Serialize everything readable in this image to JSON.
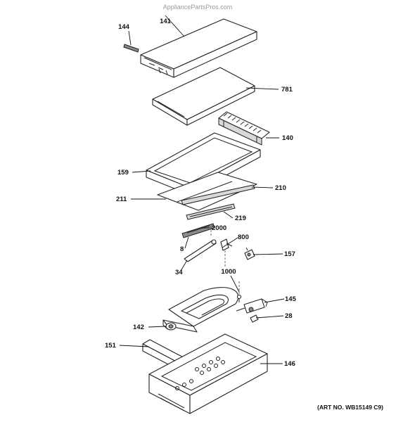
{
  "watermark": "AppliancePartsPros.com",
  "art_number": "(ART NO. WB15149 C9)",
  "callouts": [
    {
      "id": "141",
      "label": "141"
    },
    {
      "id": "144",
      "label": "144"
    },
    {
      "id": "781",
      "label": "781"
    },
    {
      "id": "140",
      "label": "140"
    },
    {
      "id": "159",
      "label": "159"
    },
    {
      "id": "211",
      "label": "211"
    },
    {
      "id": "210",
      "label": "210"
    },
    {
      "id": "219",
      "label": "219"
    },
    {
      "id": "2000",
      "label": "2000"
    },
    {
      "id": "800",
      "label": "800"
    },
    {
      "id": "8",
      "label": "8"
    },
    {
      "id": "157",
      "label": "157"
    },
    {
      "id": "34",
      "label": "34"
    },
    {
      "id": "1000",
      "label": "1000"
    },
    {
      "id": "145",
      "label": "145"
    },
    {
      "id": "28",
      "label": "28"
    },
    {
      "id": "142",
      "label": "142"
    },
    {
      "id": "151",
      "label": "151"
    },
    {
      "id": "146",
      "label": "146"
    }
  ]
}
